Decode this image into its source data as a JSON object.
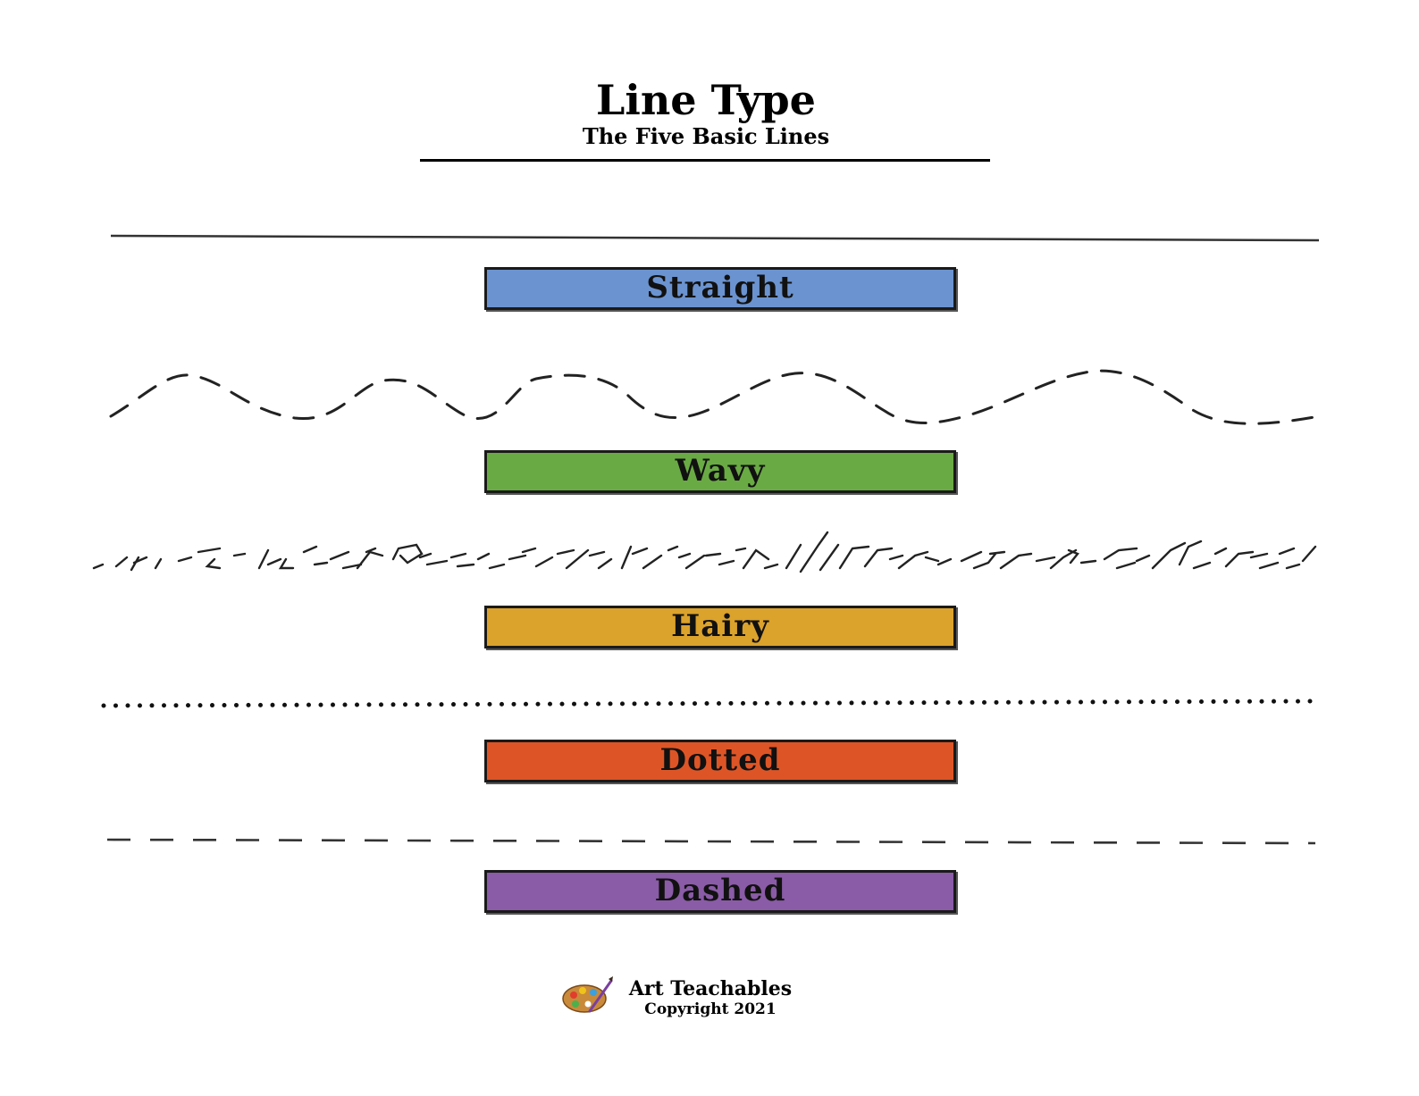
{
  "header": {
    "title": "Line Type",
    "subtitle": "The Five Basic Lines"
  },
  "lines": [
    {
      "id": "straight",
      "label": "Straight",
      "color": "#6b93cf"
    },
    {
      "id": "wavy",
      "label": "Wavy",
      "color": "#6aaa44"
    },
    {
      "id": "hairy",
      "label": "Hairy",
      "color": "#dba22c"
    },
    {
      "id": "dotted",
      "label": "Dotted",
      "color": "#dd5526"
    },
    {
      "id": "dashed",
      "label": "Dashed",
      "color": "#8a5ba6"
    }
  ],
  "footer": {
    "brand": "Art Teachables",
    "copyright": "Copyright 2021",
    "icon": "palette-icon"
  }
}
